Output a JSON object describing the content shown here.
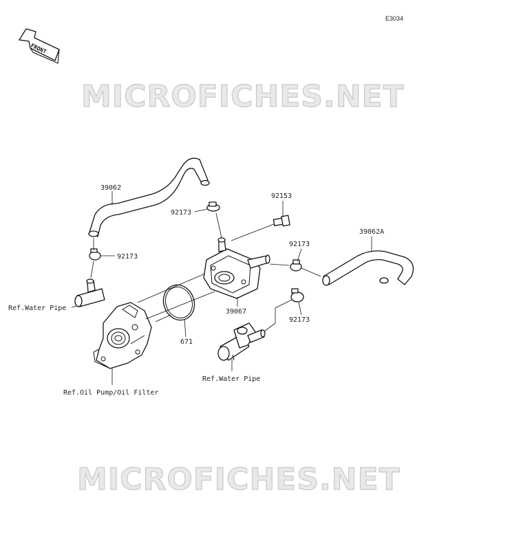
{
  "diagram_code": "E3034",
  "front_label": "FRONT",
  "watermark": "MICROFICHES.NET",
  "parts": {
    "hose_left": "39062",
    "clamp_top": "92173",
    "clamp_left": "92173",
    "bolt": "92153",
    "clamp_mid": "92173",
    "hose_right": "39062A",
    "clamp_lower": "92173",
    "cooler": "39067",
    "oring": "671"
  },
  "refs": {
    "water_pipe_left": "Ref.Water Pipe",
    "water_pipe_bottom": "Ref.Water Pipe",
    "oil_pump": "Ref.Oil Pump/Oil Filter"
  }
}
